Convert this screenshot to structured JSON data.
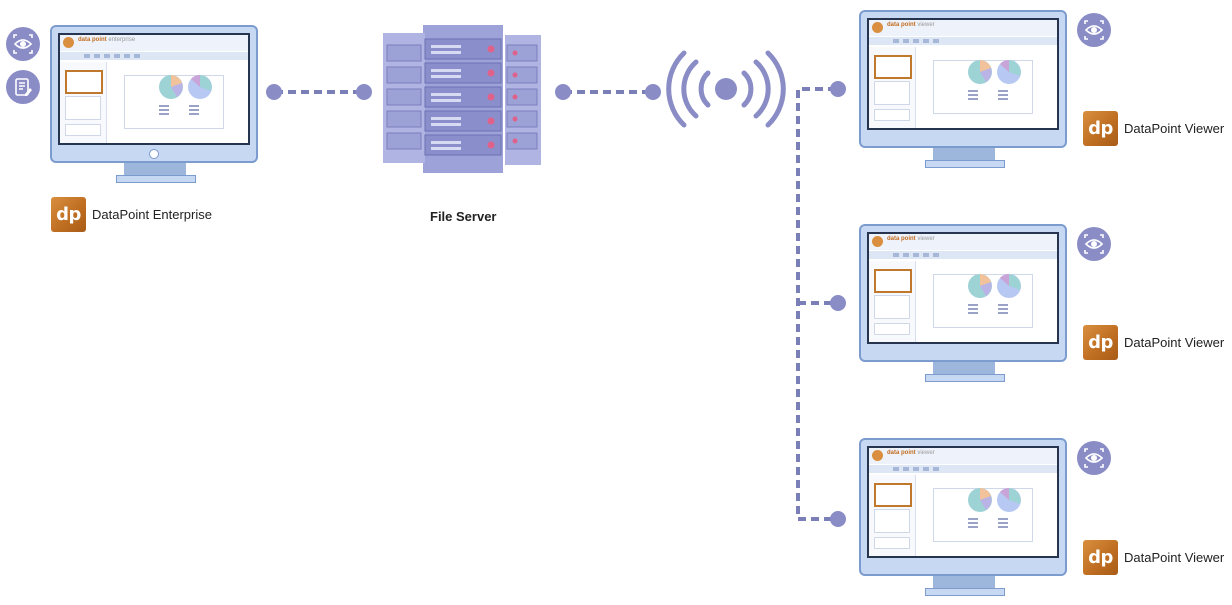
{
  "nodes": {
    "enterprise": {
      "label": "DataPoint Enterprise",
      "logo": "dp",
      "app_title_brand": "data point",
      "app_title_rest": "enterprise"
    },
    "server": {
      "label": "File Server"
    },
    "viewer1": {
      "label": "DataPoint Viewer",
      "logo": "dp",
      "app_title_brand": "data point",
      "app_title_rest": "viewer"
    },
    "viewer2": {
      "label": "DataPoint Viewer",
      "logo": "dp",
      "app_title_brand": "data point",
      "app_title_rest": "viewer"
    },
    "viewer3": {
      "label": "DataPoint Viewer",
      "logo": "dp",
      "app_title_brand": "data point",
      "app_title_rest": "viewer"
    }
  },
  "icons": {
    "view": "eye-icon",
    "edit": "edit-document-icon",
    "wireless": "wireless-signal-icon"
  },
  "colors": {
    "accent": "#8a8cc6",
    "connector": "#7b7fb8",
    "logo": "#c87a2c",
    "monitor": "#c7d9f2",
    "server": "#8e93cf"
  }
}
